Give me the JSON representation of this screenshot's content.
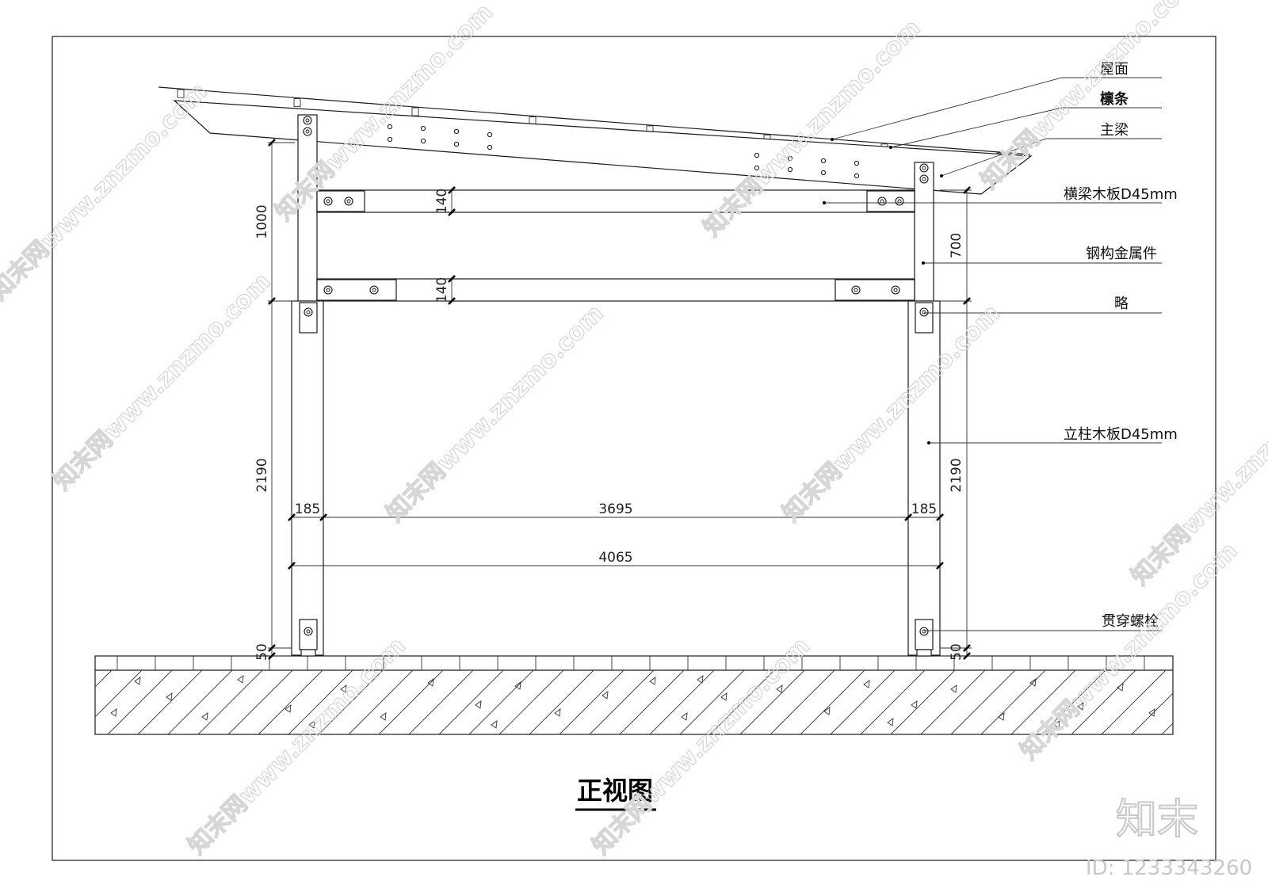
{
  "drawing_title": "正视图",
  "callouts": {
    "roof": "屋面",
    "purlin": "檩条",
    "main_beam": "主梁",
    "cross_beam": "横梁木板D45mm",
    "steel_part": "钢构金属件",
    "omitted": "略",
    "column": "立柱木板D45mm",
    "bolt": "贯穿螺栓"
  },
  "dimensions": {
    "upper_left": "1000",
    "lower_left": "2190",
    "upper_right": "700",
    "lower_right": "2190",
    "beam_depth_top": "140",
    "beam_depth_bottom": "140",
    "post_width_left": "185",
    "clear_span": "3695",
    "post_width_right": "185",
    "overall_span": "4065",
    "base_left": "50",
    "base_right": "50"
  },
  "watermark": {
    "text": "知末网www.znzmo.com",
    "brand": "知末",
    "id": "ID: 1233343260"
  }
}
